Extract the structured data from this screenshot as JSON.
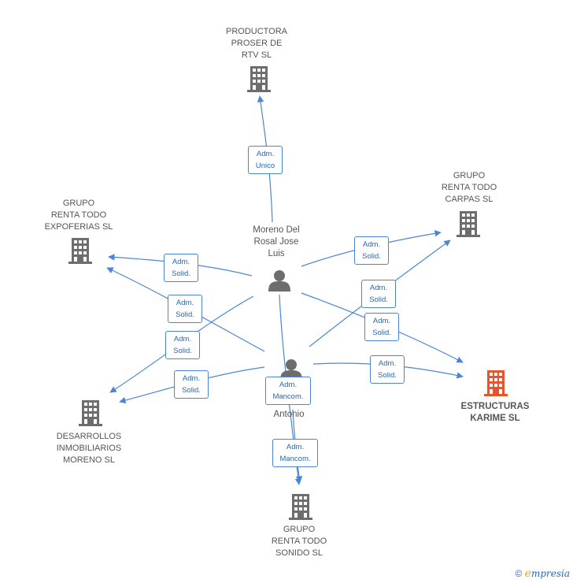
{
  "colors": {
    "edge": "#4a86d4",
    "building": "#6d6d6d",
    "building_main": "#e8542e",
    "person": "#6d6d6d"
  },
  "nodes": {
    "productora": "PRODUCTORA\nPROSER DE\nRTV SL",
    "carpas": "GRUPO\nRENTA TODO\nCARPAS SL",
    "expoferias": "GRUPO\nRENTA TODO\nEXPOFERIAS SL",
    "desarrollos": "DESARROLLOS\nINMOBILIARIOS\nMORENO SL",
    "estructuras": "ESTRUCTURAS\nKARIME SL",
    "sonido": "GRUPO\nRENTA TODO\nSONIDO SL"
  },
  "persons": {
    "jose_luis": "Moreno Del\nRosal Jose\nLuis",
    "antonio": "Rosal\nAntonio"
  },
  "edge_labels": {
    "e1": "Adm.\nUnico",
    "e2": "Adm.\nSolid.",
    "e3": "Adm.\nSolid.",
    "e4": "Adm.\nSolid.",
    "e5": "Adm.\nSolid.",
    "e6": "Adm.\nSolid.",
    "e7": "Adm.\nSolid.",
    "e8": "Adm.\nSolid.",
    "e9": "Adm.\nSolid.",
    "e10": "Adm.\nMancom.",
    "e11": "Adm.\nMancom."
  },
  "footer": {
    "copyright": "©",
    "brand_initial": "e",
    "brand_rest": "mpresia"
  }
}
